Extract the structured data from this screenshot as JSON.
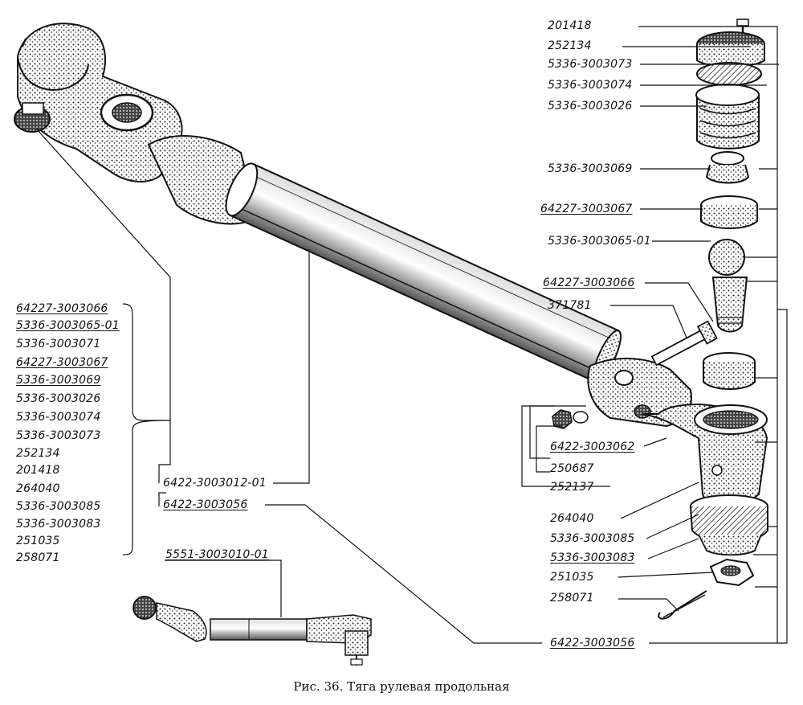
{
  "caption": "Рис. 36. Тяга рулевая продольная",
  "right_labels": [
    "201418",
    "252134",
    "5336-3003073",
    "5336-3003074",
    "5336-3003026",
    "5336-3003069",
    "64227-3003067",
    "5336-3003065-01",
    "64227-3003066",
    "371781",
    "6422-3003062",
    "250687",
    "252137",
    "264040",
    "5336-3003085",
    "5336-3003083",
    "251035",
    "258071",
    "6422-3003056"
  ],
  "left_group": [
    "64227-3003066",
    "5336-3003065-01",
    "5336-3003071",
    "64227-3003067",
    "5336-3003069",
    "5336-3003026",
    "5336-3003074",
    "5336-3003073",
    "252134",
    "201418",
    "264040",
    "5336-3003085",
    "5336-3003083",
    "251035",
    "258071"
  ],
  "mid_labels": [
    "6422-3003012-01",
    "6422-3003056"
  ],
  "inset_label": "5551-3003010-01"
}
